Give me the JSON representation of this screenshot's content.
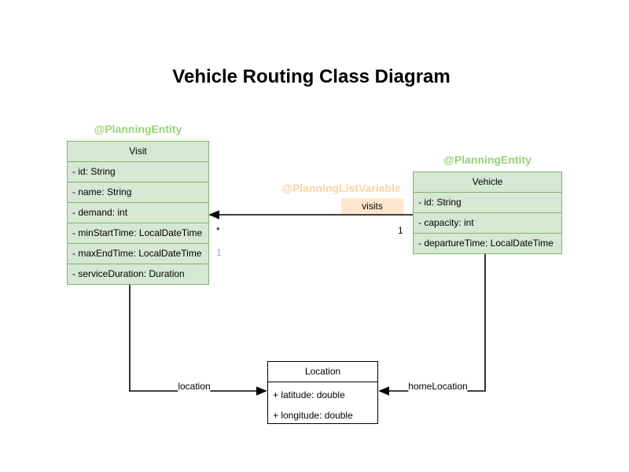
{
  "title": "Vehicle Routing Class Diagram",
  "colors": {
    "canvas-bg": "#ffffff",
    "class-fill": "#d5e8d4",
    "class-stroke": "#82b366",
    "plain-fill": "#ffffff",
    "plain-stroke": "#000000",
    "entity-annotation": "#97d077",
    "listvar-annotation": "#fcd2a0",
    "visits-label-bg": "#ffe6cc",
    "secondary-mult": "#b19cd0",
    "line": "#000000"
  },
  "classes": {
    "visit": {
      "annotation": "@PlanningEntity",
      "name": "Visit",
      "attributes": [
        "- id: String",
        "- name: String",
        "- demand: int",
        "- minStartTime: LocalDateTime",
        "- maxEndTime: LocalDateTime",
        "- serviceDuration: Duration"
      ]
    },
    "vehicle": {
      "annotation": "@PlanningEntity",
      "name": "Vehicle",
      "attributes": [
        "- id: String",
        "- capacity: int",
        "- departureTime: LocalDateTime"
      ]
    },
    "location": {
      "name": "Location",
      "attributes": [
        "+ latitude: double",
        "+ longitude: double"
      ]
    }
  },
  "relationships": {
    "visits": {
      "annotation": "@PlanningListVariable",
      "label": "visits",
      "multiplicity_at_visit": "*",
      "multiplicity_at_vehicle": "1",
      "secondary_multiplicity": "1"
    },
    "location": {
      "label": "location"
    },
    "home_location": {
      "label": "homeLocation"
    }
  }
}
